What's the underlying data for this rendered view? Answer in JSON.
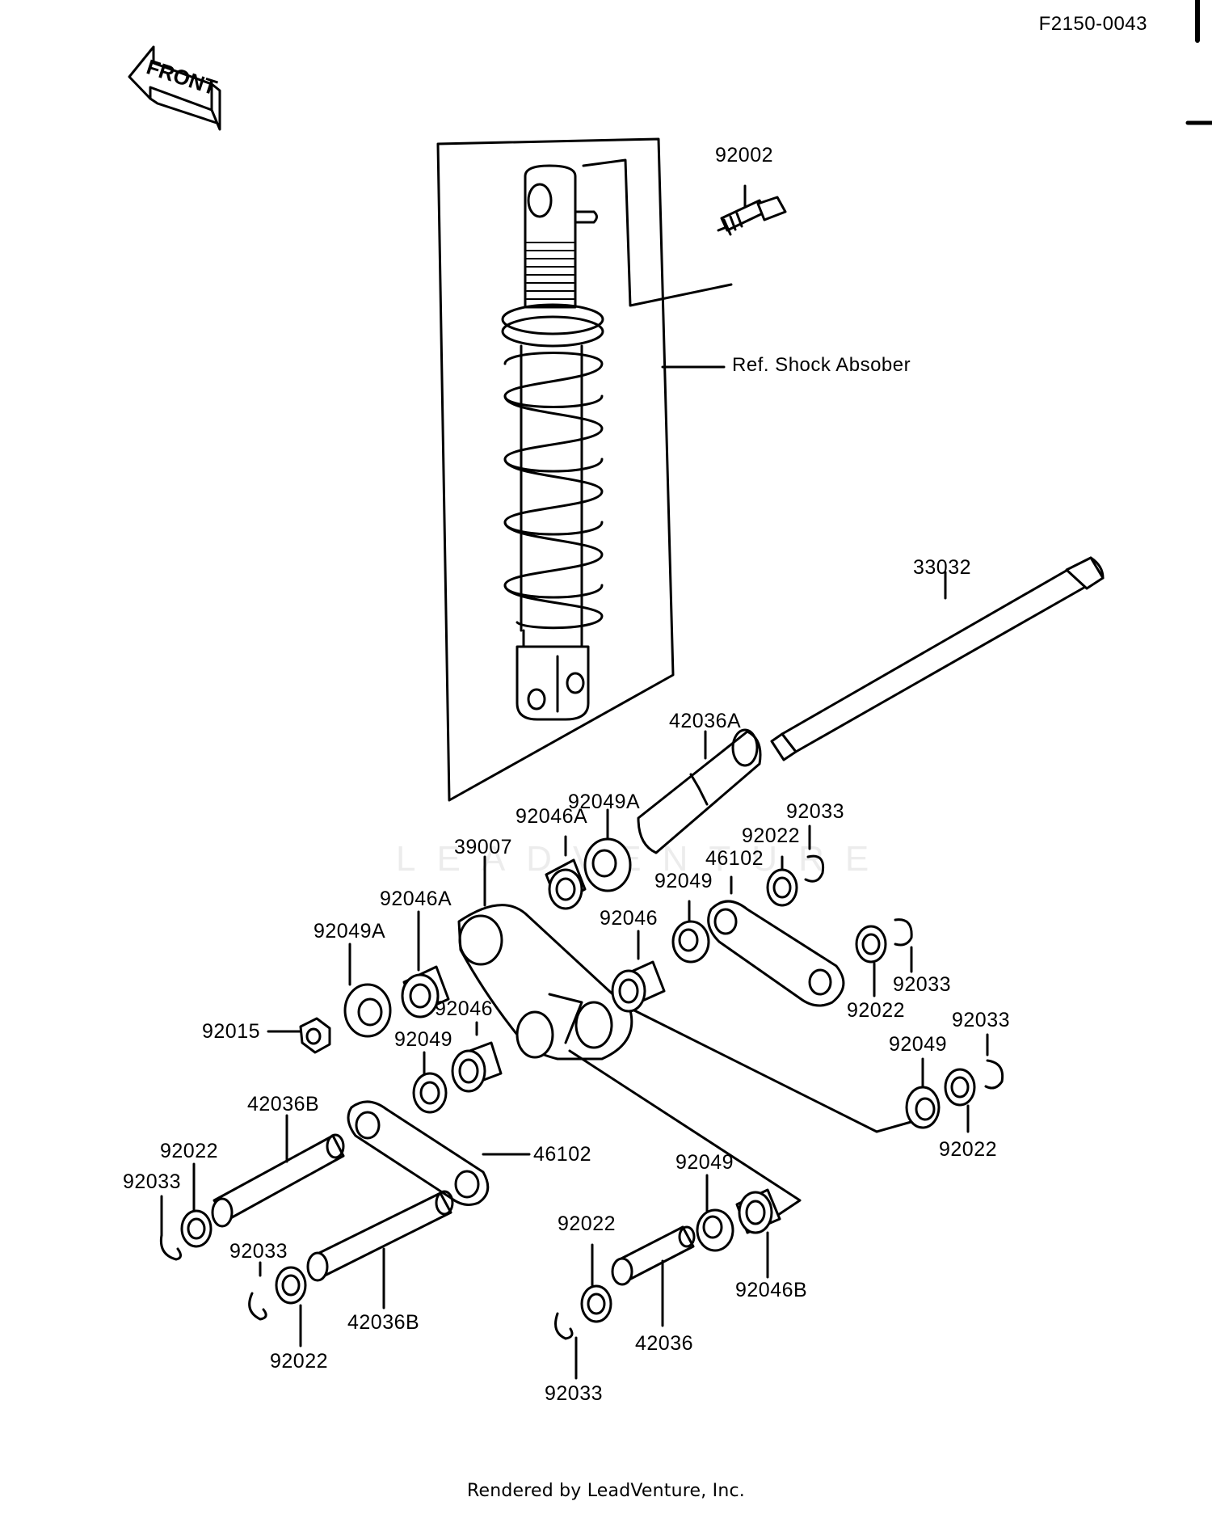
{
  "diagram_code": "F2150-0043",
  "front_label": "FRONT",
  "watermark": "LEADVENTURE",
  "footer": "Rendered by LeadVenture, Inc.",
  "parts": {
    "p92002": "92002",
    "ref_shock": "Ref. Shock Absober",
    "p33032": "33032",
    "p42036A": "42036A",
    "p92049A_top": "92049A",
    "p92046A_top": "92046A",
    "p39007": "39007",
    "p92033_r1": "92033",
    "p92022_r1": "92022",
    "p46102_r": "46102",
    "p92049_r": "92049",
    "p92046_m": "92046",
    "p92046A_l": "92046A",
    "p92049A_l": "92049A",
    "p92033_r2": "92033",
    "p92022_r2": "92022",
    "p92015": "92015",
    "p92046_l": "92046",
    "p92049_l": "92049",
    "p92033_r3": "92033",
    "p92049_r3": "92049",
    "p92022_r3": "92022",
    "p42036B_top": "42036B",
    "p46102_l": "46102",
    "p92022_l1": "92022",
    "p92033_l1": "92033",
    "p92049_b": "92049",
    "p92033_l2": "92033",
    "p92022_b": "92022",
    "p42036B_bot": "42036B",
    "p92046B": "92046B",
    "p92022_l2": "92022",
    "p42036": "42036",
    "p92033_b": "92033"
  }
}
